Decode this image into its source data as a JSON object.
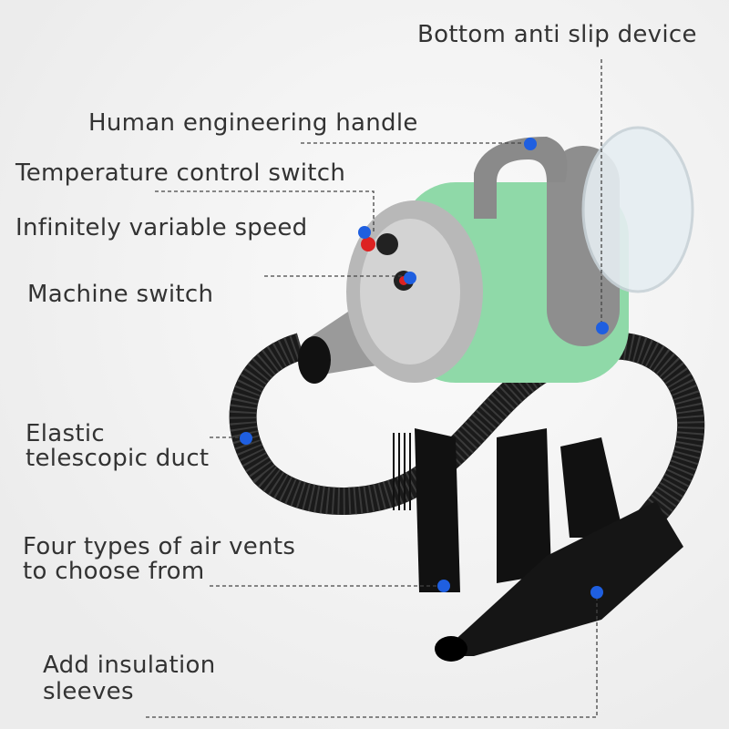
{
  "callouts": {
    "anti_slip": "Bottom anti slip device",
    "handle": "Human engineering handle",
    "temperature": "Temperature control switch",
    "speed": "Infinitely variable speed",
    "machine_switch": "Machine switch",
    "duct_line1": "Elastic",
    "duct_line2": "telescopic duct",
    "vents_line1": "Four types of air vents",
    "vents_line2": "to choose from",
    "sleeves_line1": "Add insulation",
    "sleeves_line2": "sleeves"
  },
  "colors": {
    "body": "#8fd9a8",
    "dot": "#1f5fe0",
    "hose": "#1a1a1a",
    "grey": "#a9a9a9"
  }
}
